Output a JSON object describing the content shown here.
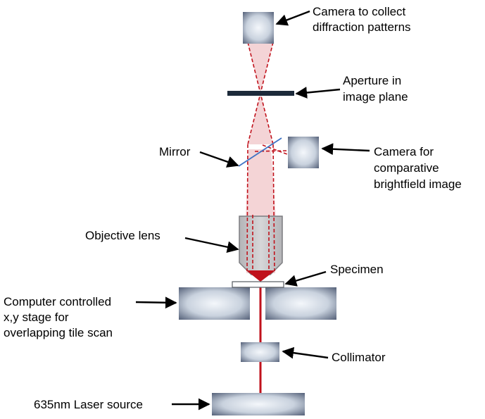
{
  "labels": {
    "camera_diffraction": [
      "Camera to collect",
      "diffraction patterns"
    ],
    "aperture": [
      "Aperture in",
      "image plane"
    ],
    "mirror": "Mirror",
    "camera_brightfield": [
      "Camera for",
      "comparative",
      "brightfield image"
    ],
    "objective_lens": "Objective lens",
    "specimen": "Specimen",
    "stage": [
      "Computer controlled",
      "x,y stage for",
      "overlapping tile scan"
    ],
    "collimator": "Collimator",
    "laser": "635nm Laser source"
  },
  "colors": {
    "laser_beam": "#c0121c",
    "beam_fill": "#f3cfd1",
    "mirror_line": "#3f73c4",
    "aperture_bar": "#1c2a3a",
    "lens_fill": "#c9c9cb",
    "component_edge": "#4a5666",
    "component_center": "#eef2f8"
  }
}
